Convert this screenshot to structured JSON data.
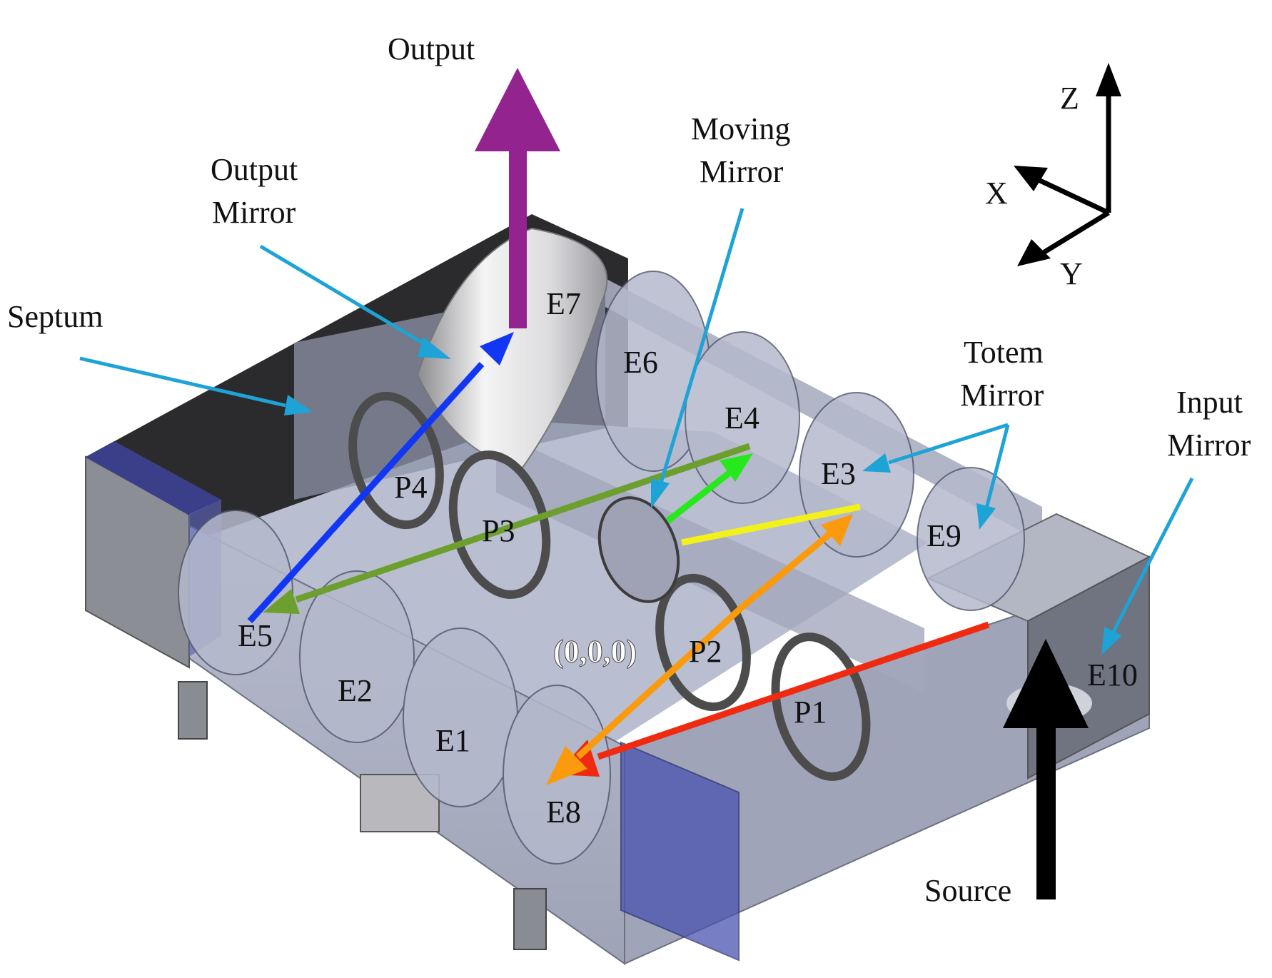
{
  "labels": {
    "output": "Output",
    "output_mirror_l1": "Output",
    "output_mirror_l2": "Mirror",
    "moving_mirror_l1": "Moving",
    "moving_mirror_l2": "Mirror",
    "septum": "Septum",
    "totem_mirror_l1": "Totem",
    "totem_mirror_l2": "Mirror",
    "input_mirror_l1": "Input",
    "input_mirror_l2": "Mirror",
    "source": "Source",
    "origin": "(0,0,0)"
  },
  "axes": {
    "z": "Z",
    "x": "X",
    "y": "Y"
  },
  "elements": {
    "e1": "E1",
    "e2": "E2",
    "e3": "E3",
    "e4": "E4",
    "e5": "E5",
    "e6": "E6",
    "e7": "E7",
    "e8": "E8",
    "e9": "E9",
    "e10": "E10"
  },
  "ports": {
    "p1": "P1",
    "p2": "P2",
    "p3": "P3",
    "p4": "P4"
  },
  "colors": {
    "callout": "#1ea3d6",
    "beam_red": "#f02a10",
    "beam_orange": "#fb9a0c",
    "beam_yellow": "#f2f21a",
    "beam_green": "#27e81c",
    "beam_olive": "#6d9f2f",
    "beam_blue": "#1137f5",
    "output_arrow": "#93238f",
    "source_arrow": "#000000"
  }
}
